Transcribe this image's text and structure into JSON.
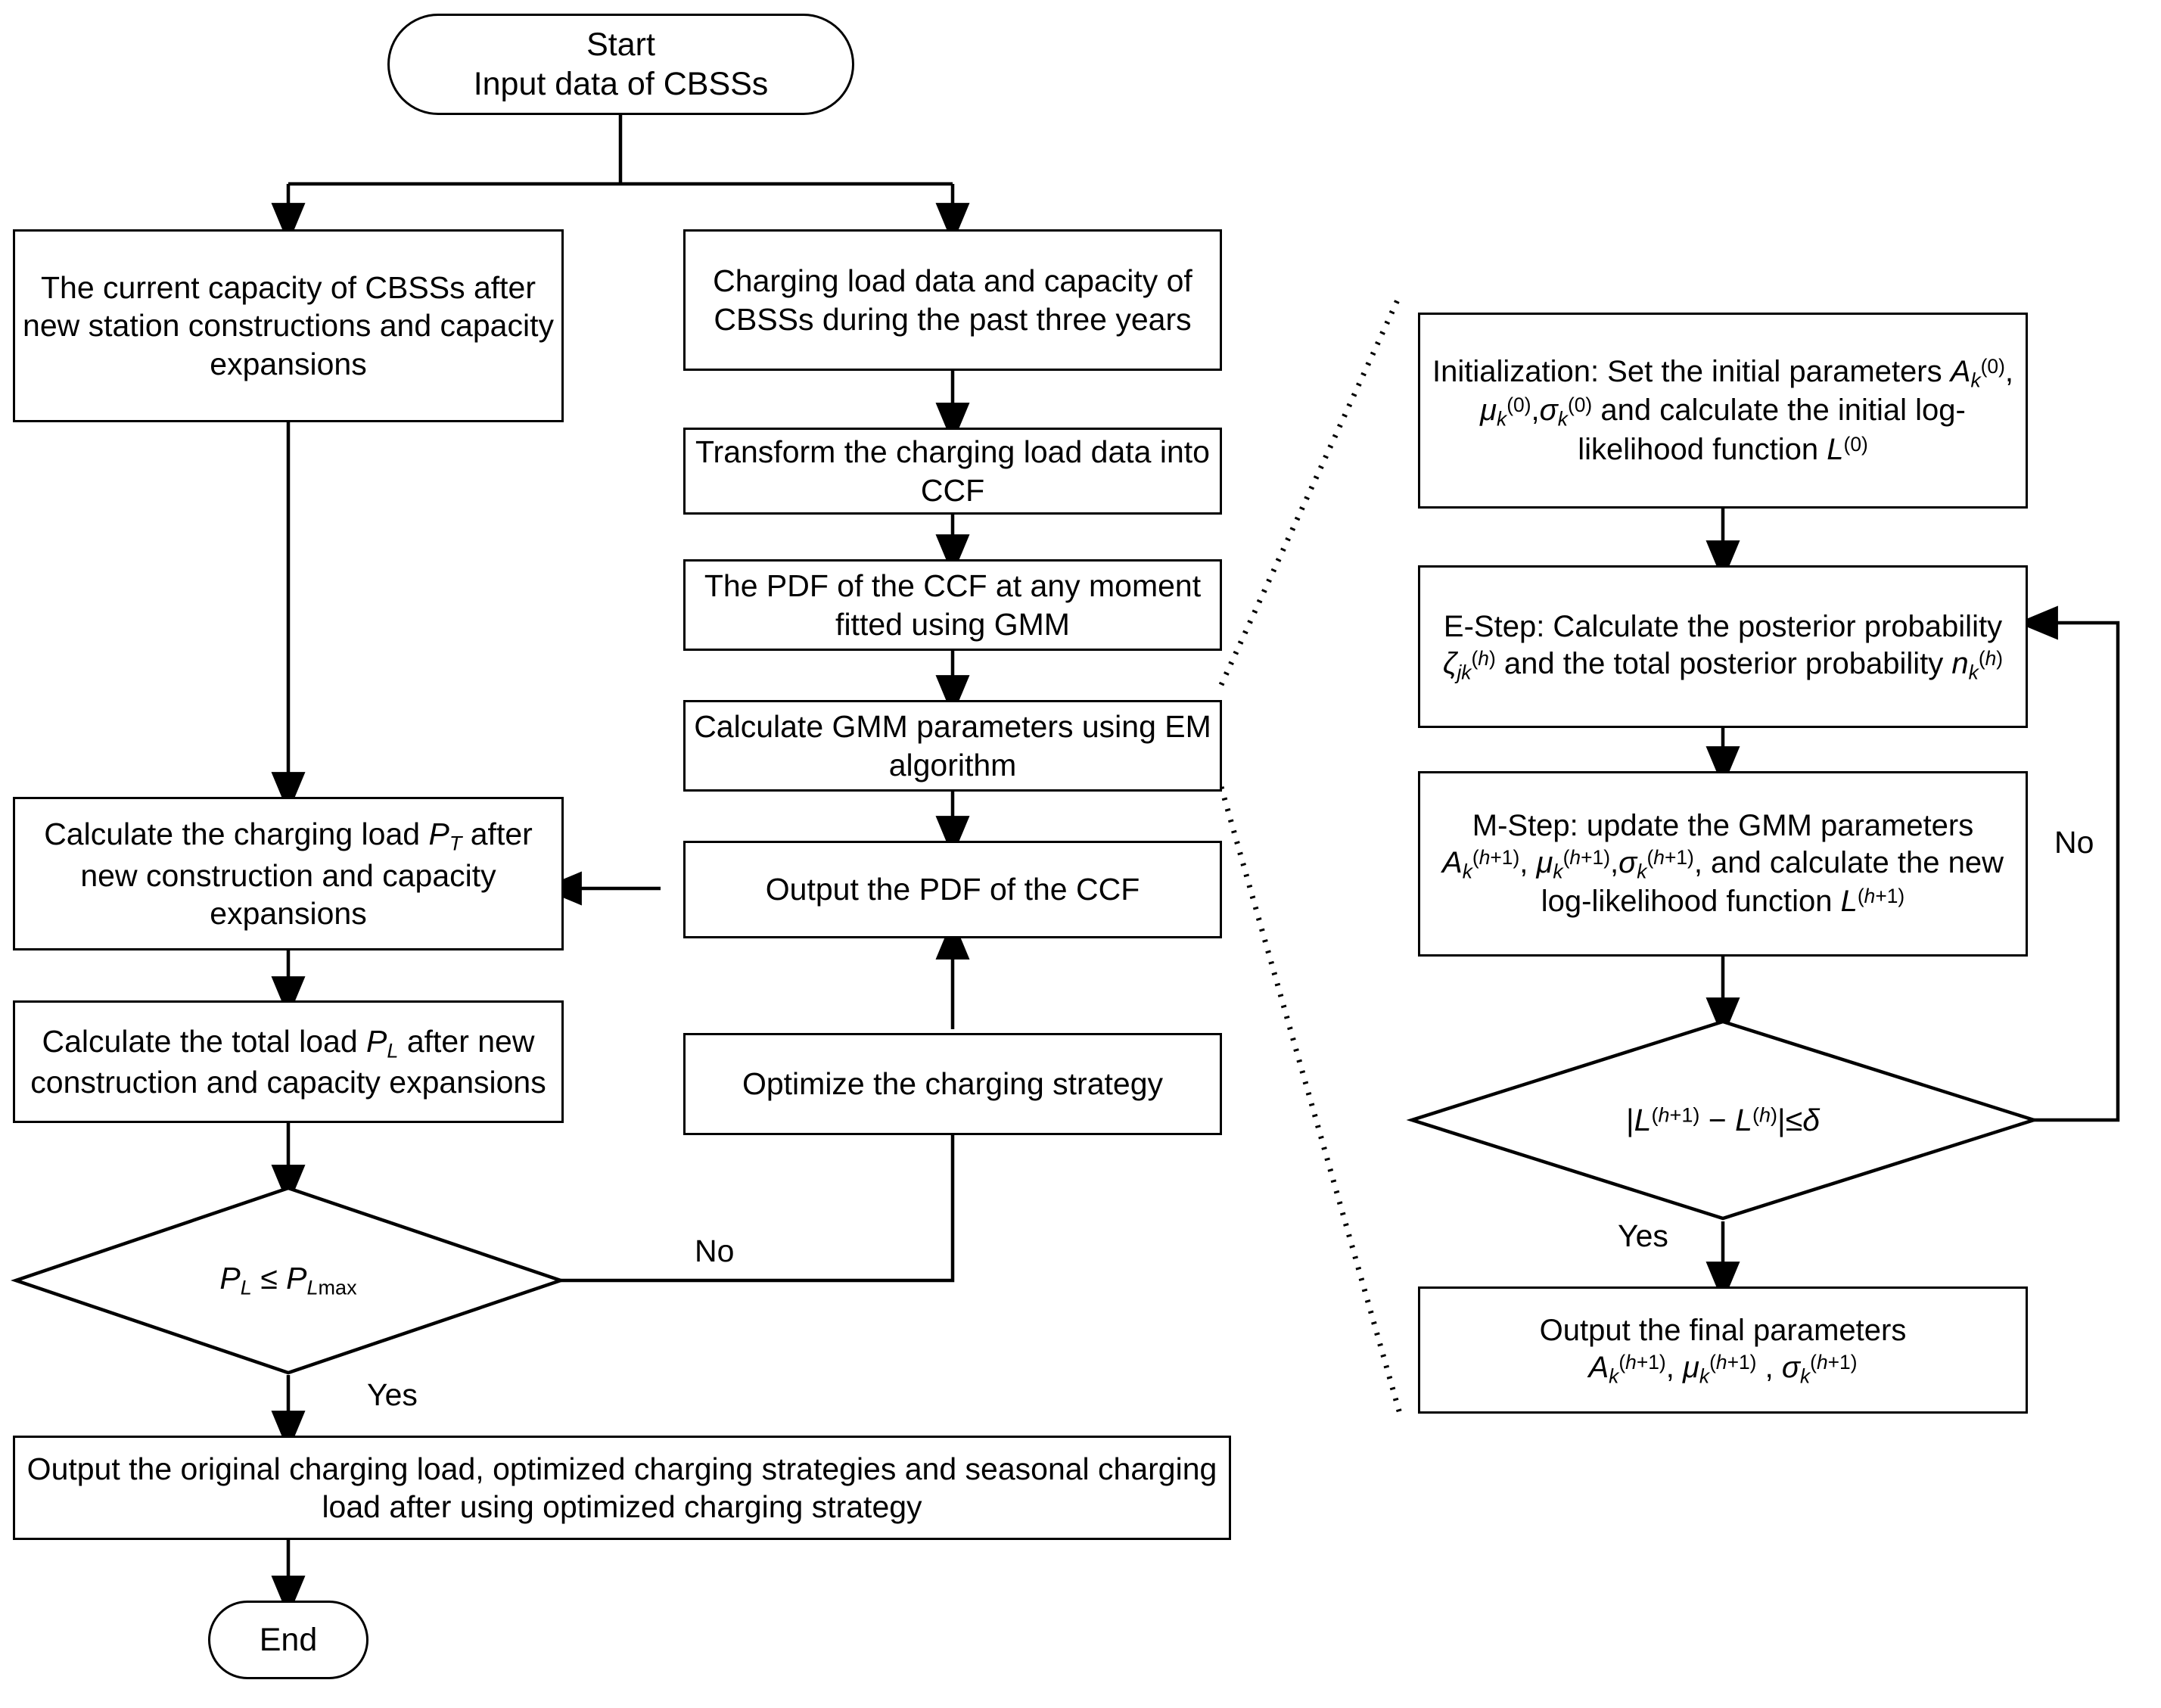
{
  "diagram": {
    "title": "Flowchart of charging load optimization with GMM/EM algorithm",
    "stroke_color": "#000000",
    "fill_color": "#ffffff",
    "dotted_connector_color": "#000000"
  },
  "nodes": {
    "start": {
      "shape": "terminator",
      "line1": "Start",
      "line2": "Input data of CBSSs"
    },
    "current_capacity": {
      "shape": "process",
      "text": "The current capacity of CBSSs after new station constructions and capacity expansions"
    },
    "charging_load_data": {
      "shape": "process",
      "text": "Charging load data and capacity of CBSSs during the past three years"
    },
    "transform_ccf": {
      "shape": "process",
      "text": "Transform the charging load data into CCF"
    },
    "pdf_gmm": {
      "shape": "process",
      "text": "The PDF of the CCF at any moment fitted using GMM"
    },
    "calc_gmm_em": {
      "shape": "process",
      "text": "Calculate GMM parameters using EM algorithm"
    },
    "output_pdf_ccf": {
      "shape": "process",
      "text": "Output the PDF of the CCF"
    },
    "optimize_strategy": {
      "shape": "process",
      "text": "Optimize the charging strategy"
    },
    "calc_charging_load": {
      "shape": "process",
      "html": "Calculate the charging load <i>P<sub>T</sub></i> after new construction and capacity expansions"
    },
    "calc_total_load": {
      "shape": "process",
      "html": "Calculate the total load <i>P<sub>L</sub></i> after new construction and capacity expansions"
    },
    "decision_pl": {
      "shape": "decision",
      "html": "<i>P<sub>L</sub></i> ≤ <i>P<sub>L</sub></i><sub class=\"up-ro\">max</sub>",
      "yes_label": "Yes",
      "no_label": "No"
    },
    "final_output": {
      "shape": "process",
      "text": "Output the original charging load, optimized charging strategies and seasonal charging load after using optimized charging strategy"
    },
    "end": {
      "shape": "terminator",
      "text": "End"
    },
    "initialization": {
      "shape": "process",
      "html": "Initialization: Set the initial parameters <i>A<sub>k</sub></i><sup>(0)</sup>, <i>μ<sub>k</sub></i><sup>(0)</sup>,<i>σ<sub>k</sub></i><sup>(0)</sup> and calculate the initial log-likelihood function <i>L</i><sup>(0)</sup>"
    },
    "e_step": {
      "shape": "process",
      "html": "E-Step: Calculate the posterior probability <i>ζ<sub>jk</sub></i><sup>(<i>h</i>)</sup> and the total posterior probability <i>n<sub>k</sub></i><sup>(<i>h</i>)</sup>"
    },
    "m_step": {
      "shape": "process",
      "html": "M-Step: update the GMM parameters <i>A<sub>k</sub></i><sup>(<i>h</i>+1)</sup>, <i>μ<sub>k</sub></i><sup>(<i>h</i>+1)</sup>,<i>σ<sub>k</sub></i><sup>(<i>h</i>+1)</sup>, and calculate the new log-likelihood function <i>L</i><sup>(<i>h</i>+1)</sup>"
    },
    "decision_converge": {
      "shape": "decision",
      "html": "|<i>L</i><sup>(<i>h</i>+1)</sup> − <i>L</i><sup>(<i>h</i>)</sup>|≤<i>δ</i>",
      "yes_label": "Yes",
      "no_label": "No"
    },
    "output_final_params": {
      "shape": "process",
      "html": "Output the final parameters <br><i>A<sub>k</sub></i><sup>(<i>h</i>+1)</sup>, <i>μ<sub>k</sub></i><sup>(<i>h</i>+1)</sup> , <i>σ<sub>k</sub></i><sup>(<i>h</i>+1)</sup>"
    }
  },
  "edge_labels": {
    "left_no": "No",
    "left_yes": "Yes",
    "right_no": "No",
    "right_yes": "Yes"
  }
}
